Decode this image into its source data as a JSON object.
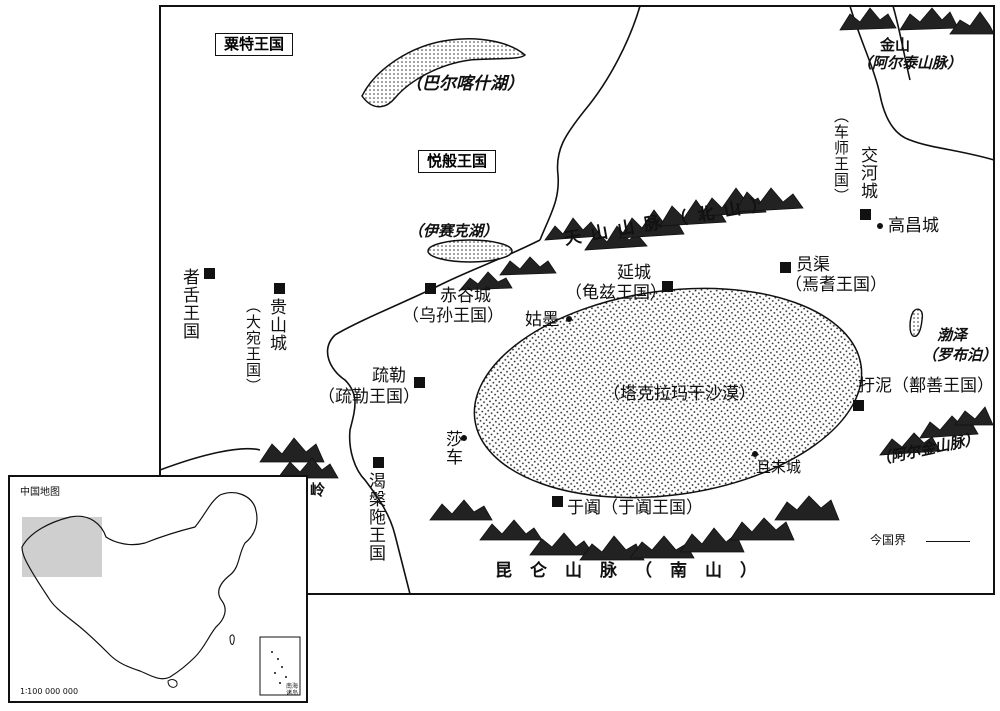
{
  "regions": {
    "sogdiana": "粟特王国",
    "yueban": "悦般王国"
  },
  "lakes": {
    "balkhash": "（巴尔喀什湖）",
    "issyk_kul": "（伊赛克湖）",
    "lop_nur_1": "渤泽",
    "lop_nur_2": "（罗布泊）"
  },
  "mountains": {
    "tianshan": "天山山脉（北山）",
    "kunlun": "昆仑山脉（南山）",
    "jinshan_1": "金山",
    "jinshan_2": "（阿尔泰山脉）",
    "altun": "（阿尔金山脉）",
    "congling": "岭"
  },
  "desert": "（塔克拉玛干沙漠）",
  "cities": {
    "zheshe": "者舌王国",
    "guishan": "贵山城",
    "dayuan": "（大宛王国）",
    "chigu": "赤谷城",
    "wusun": "（乌孙王国）",
    "yancheng": "延城",
    "qiuci": "（龟兹王国）",
    "gumo": "姑墨",
    "yuanqu": "员渠",
    "yanqi": "（焉耆王国）",
    "jiaohe": "交河城",
    "cheshi": "（车师王国）",
    "gaochang": "高昌城",
    "shule_city": "疏勒",
    "shule_kingdom": "（疏勒王国）",
    "suoche": "莎车",
    "kepantuo": "渴槃陁王国",
    "yutian": "于阗（于阗王国）",
    "qiemo": "且末城",
    "yuni": "扜泥（鄯善王国）"
  },
  "legend": {
    "border_label": "今国界"
  },
  "inset": {
    "title": "中国地图",
    "scale": "1∶100 000 000",
    "nanhai": "南海诸岛"
  }
}
